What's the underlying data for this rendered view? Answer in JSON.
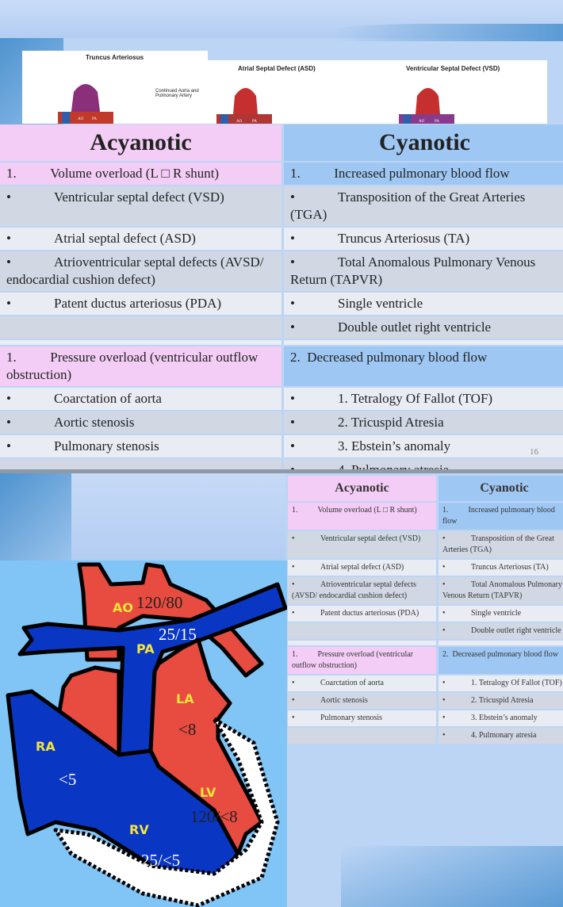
{
  "slide1": {
    "image_captions": [
      "Truncus Arteriosus",
      "Atrial Septal Defect (ASD)",
      "Ventricular Septal Defect (VSD)"
    ],
    "image_annotation": "Continued Aorta and Pulmonary Artery",
    "image_labels": [
      "AO",
      "PA",
      "AO",
      "PA",
      "AO",
      "PA"
    ],
    "page_number": "16"
  },
  "table": {
    "headers": [
      "Acyanotic",
      "Cyanotic"
    ],
    "rows": [
      {
        "kind": "section",
        "left": "1.          Volume overload (L □ R shunt)",
        "right": "1.          Increased pulmonary blood flow"
      },
      {
        "kind": "item",
        "left": "Ventricular septal defect (VSD)",
        "right": "Transposition of the Great Arteries (TGA)"
      },
      {
        "kind": "item",
        "left": "Atrial septal defect (ASD)",
        "right": "Truncus Arteriosus (TA)"
      },
      {
        "kind": "item",
        "left": "Atrioventricular septal defects (AVSD/ endocardial cushion defect)",
        "right": "Total Anomalous Pulmonary Venous Return (TAPVR)"
      },
      {
        "kind": "item",
        "left": "Patent ductus arteriosus (PDA)",
        "right": "Single ventricle"
      },
      {
        "kind": "item",
        "left": "",
        "right": "Double outlet right ventricle"
      },
      {
        "kind": "empty",
        "left": "",
        "right": ""
      },
      {
        "kind": "section",
        "left": "1.          Pressure overload (ventricular outflow obstruction)",
        "right": "2.  Decreased pulmonary blood flow"
      },
      {
        "kind": "item",
        "left": "Coarctation of aorta",
        "right": "1. Tetralogy Of Fallot (TOF)"
      },
      {
        "kind": "item",
        "left": "Aortic stenosis",
        "right": "2. Tricuspid Atresia"
      },
      {
        "kind": "item",
        "left": "Pulmonary stenosis",
        "right": "3. Ebstein’s anomaly"
      },
      {
        "kind": "item",
        "left": "",
        "right": "4. Pulmonary atresia"
      }
    ],
    "bullet": "•"
  },
  "heart": {
    "chambers": {
      "ao": "AO",
      "pa": "PA",
      "la": "LA",
      "lv": "LV",
      "ra": "RA",
      "rv": "RV"
    },
    "pressures": {
      "ao": "120/80",
      "pa": "25/15",
      "la": "<8",
      "lv": "120/<8",
      "ra": "<5",
      "rv": "25/<5"
    },
    "colors": {
      "oxygenated": "#e84b3f",
      "deoxygenated": "#0a36c4",
      "background": "#80c5f6",
      "label": "#f5e43a"
    }
  }
}
